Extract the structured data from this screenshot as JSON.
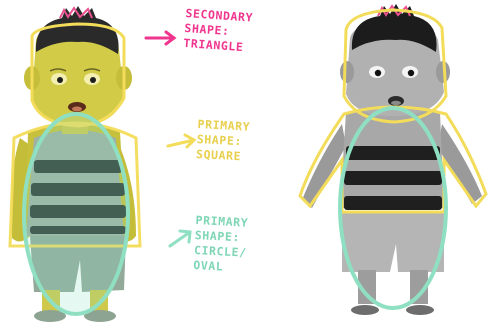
{
  "colors": {
    "secondary_accent": "#f0358f",
    "square_accent": "#f3dc5a",
    "circle_accent": "#8fe0c3",
    "skin_color": "#c9c23a",
    "hair_color": "#2a2a2a"
  },
  "annotations": [
    {
      "text": "SECONDARY\nSHAPE:\nTRIANGLE",
      "color_key": "secondary_accent"
    },
    {
      "text": "PRIMARY\nSHAPE:\nSQUARE",
      "color_key": "square_accent"
    },
    {
      "text": "PRIMARY\nSHAPE:\nCIRCLE/\nOVAL",
      "color_key": "circle_accent"
    }
  ]
}
